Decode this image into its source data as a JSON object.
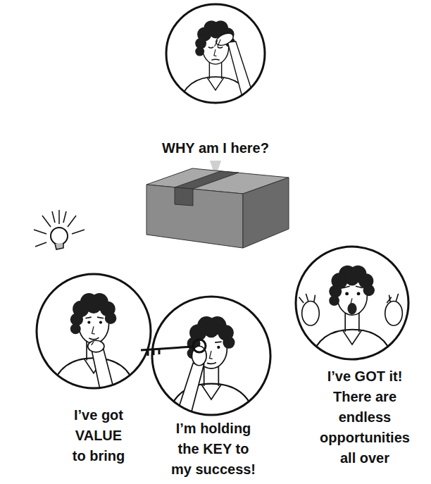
{
  "diagram": {
    "nodes": [
      {
        "text": [
          "WHY am I here?"
        ]
      },
      {
        "text": [
          "I’ve got VALUE to bring"
        ]
      },
      {
        "text": [
          "I’m holding the KEY to my success!"
        ]
      },
      {
        "text": [
          "I’ve GOT it! There are endless opportunities all over"
        ]
      }
    ]
  }
}
